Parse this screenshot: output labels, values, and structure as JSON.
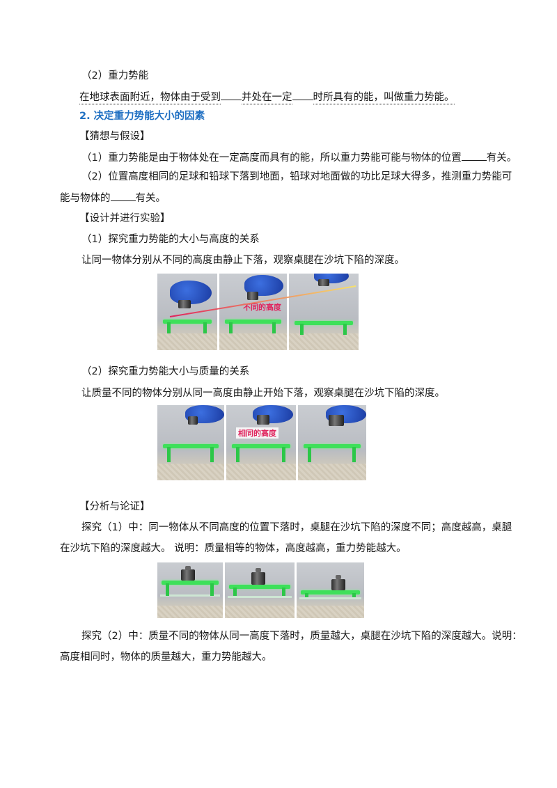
{
  "sections": {
    "gpe_subtitle": "（2）重力势能",
    "gpe_def_a": "在地球表面附近，物体由于受到",
    "gpe_def_b": "并处在一定",
    "gpe_def_c": "时所具有的能，叫做重力势能。",
    "factors_heading": "2. 决定重力势能大小的因素",
    "guess_heading": "【猜想与假设】",
    "guess_1a": "（1）重力势能是由于物体处在一定高度而具有的能，所以重力势能可能与物体的位置",
    "guess_1b": "有关。",
    "guess_2a": "（2）位置高度相同的足球和铅球下落到地面，铅球对地面做的功比足球大得多，推测重力势能可",
    "guess_2b": "能与物体的",
    "guess_2c": "有关。",
    "design_heading": "【设计并进行实验】",
    "exp1_title": "（1）探究重力势能的大小与高度的关系",
    "exp1_desc": "让同一物体分别从不同的高度由静止下落，观察桌腿在沙坑下陷的深度。",
    "exp1_label": "不同的高度",
    "exp2_title": "（2）探究重力势能大小与质量的关系",
    "exp2_desc": "让质量不同的物体分别从同一高度由静止开始下落，观察桌腿在沙坑下陷的深度。",
    "exp2_label": "相同的高度",
    "analysis_heading": "【分析与论证】",
    "analysis_1a": "探究（1）中：同一物体从不同高度的位置下落时，桌腿在沙坑下陷的深度不同；高度越高，桌腿",
    "analysis_1b": "在沙坑下陷的深度越大。  说明：质量相等的物体，高度越高，重力势能越大。",
    "analysis_2a": "探究（2）中：质量不同的物体从同一高度下落时，质量越大，桌腿在沙坑下陷的深度越大。说明：",
    "analysis_2b": "高度相同时，物体的质量越大，重力势能越大。"
  },
  "colors": {
    "heading": "#1f6fc2",
    "label": "#e0245e",
    "table": "#3ee05a",
    "glove": "#2a4fc0"
  }
}
